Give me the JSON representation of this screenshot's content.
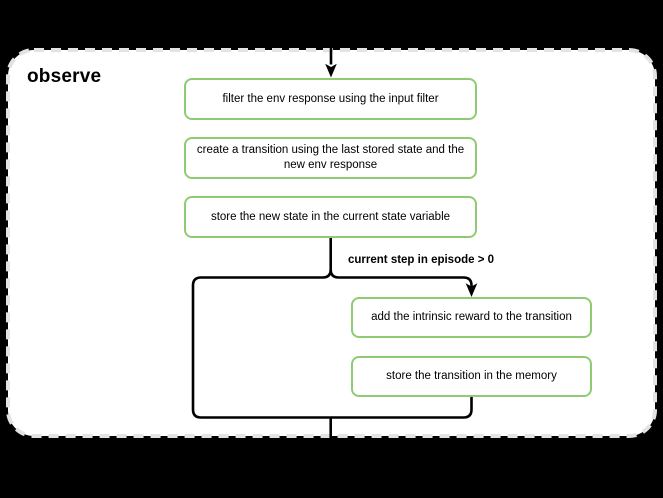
{
  "diagram": {
    "title": "observe",
    "condition_label": "current step in episode > 0",
    "boxes": [
      {
        "id": "filter-env-response",
        "label": "filter the env response using the input filter"
      },
      {
        "id": "create-transition",
        "label": "create a transition using the last stored state and the\nnew env response"
      },
      {
        "id": "store-new-state",
        "label": "store the new state in the current state variable"
      },
      {
        "id": "add-intrinsic-reward",
        "label": "add the intrinsic reward to the transition"
      },
      {
        "id": "store-transition",
        "label": "store the transition in the memory"
      }
    ],
    "colors": {
      "background": "#000000",
      "surface": "#ffffff",
      "container_border": "#e3e3e3",
      "node_border": "#8fcb72",
      "connector": "#000000",
      "text": "#000000"
    }
  }
}
